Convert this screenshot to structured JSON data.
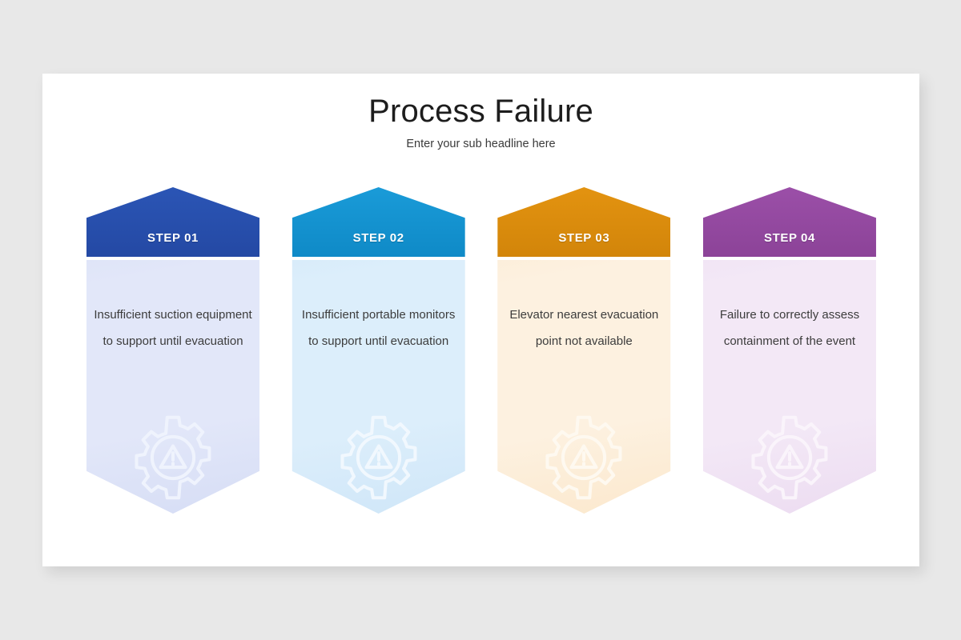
{
  "slide": {
    "title": "Process Failure",
    "subtitle": "Enter your sub headline here",
    "background_color": "#e8e8e8",
    "surface_color": "#ffffff"
  },
  "steps": [
    {
      "badge_label": "STEP 01",
      "description": "Insufficient suction equipment to support until evacuation",
      "badge_color": "#2b55b5",
      "badge_color_dark": "#2449a4",
      "body_color": "#e2e7f9",
      "body_color_edge": "#d6ddf5",
      "icon": "gear-warning-icon",
      "icon_color": "#eff3fd"
    },
    {
      "badge_label": "STEP 02",
      "description": "Insufficient portable monitors to support until evacuation",
      "badge_color": "#1a9bd8",
      "badge_color_dark": "#0f8ac7",
      "body_color": "#dceefb",
      "body_color_edge": "#cfe6f8",
      "icon": "gear-warning-icon",
      "icon_color": "#f1f8fe"
    },
    {
      "badge_label": "STEP 03",
      "description": "Elevator nearest evacuation point not available",
      "badge_color": "#e39310",
      "badge_color_dark": "#d2850a",
      "body_color": "#fdf1e0",
      "body_color_edge": "#fbe8cd",
      "icon": "gear-warning-icon",
      "icon_color": "#fef9f0"
    },
    {
      "badge_label": "STEP 04",
      "description": "Failure to correctly assess containment of the event",
      "badge_color": "#9b4fa8",
      "badge_color_dark": "#8c4398",
      "body_color": "#f3e8f6",
      "body_color_edge": "#ecdcf1",
      "icon": "gear-warning-icon",
      "icon_color": "#faf4fb"
    }
  ]
}
